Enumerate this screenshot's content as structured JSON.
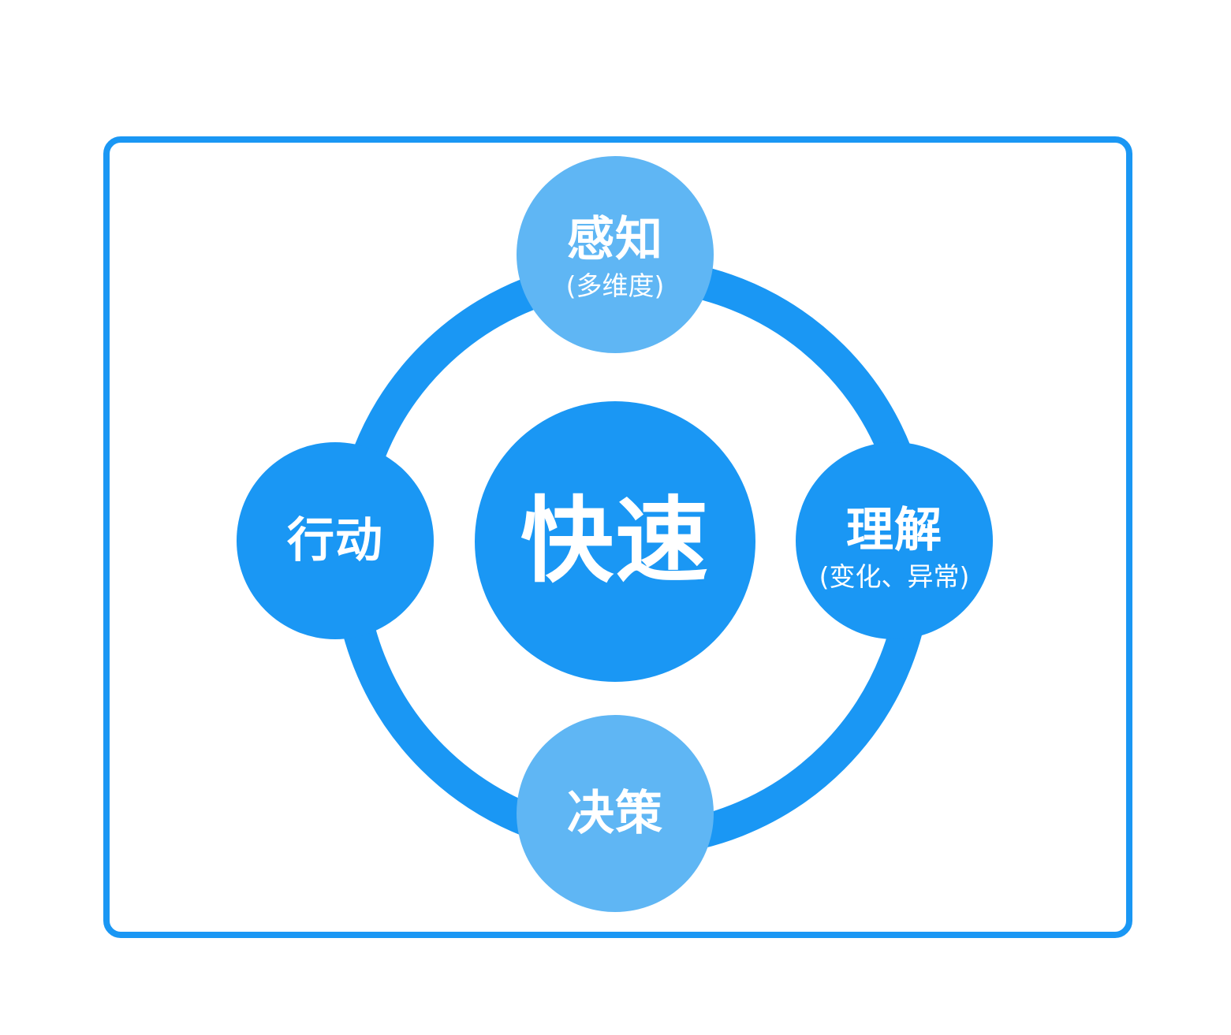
{
  "diagram": {
    "center": {
      "label": "快速"
    },
    "top": {
      "label": "感知",
      "sublabel": "(多维度)"
    },
    "right": {
      "label": "理解",
      "sublabel": "(变化、异常)"
    },
    "bottom": {
      "label": "决策"
    },
    "left": {
      "label": "行动"
    }
  },
  "colors": {
    "primary": "#1a97f4",
    "light": "#5fb6f4",
    "text": "#ffffff",
    "background": "#ffffff"
  }
}
